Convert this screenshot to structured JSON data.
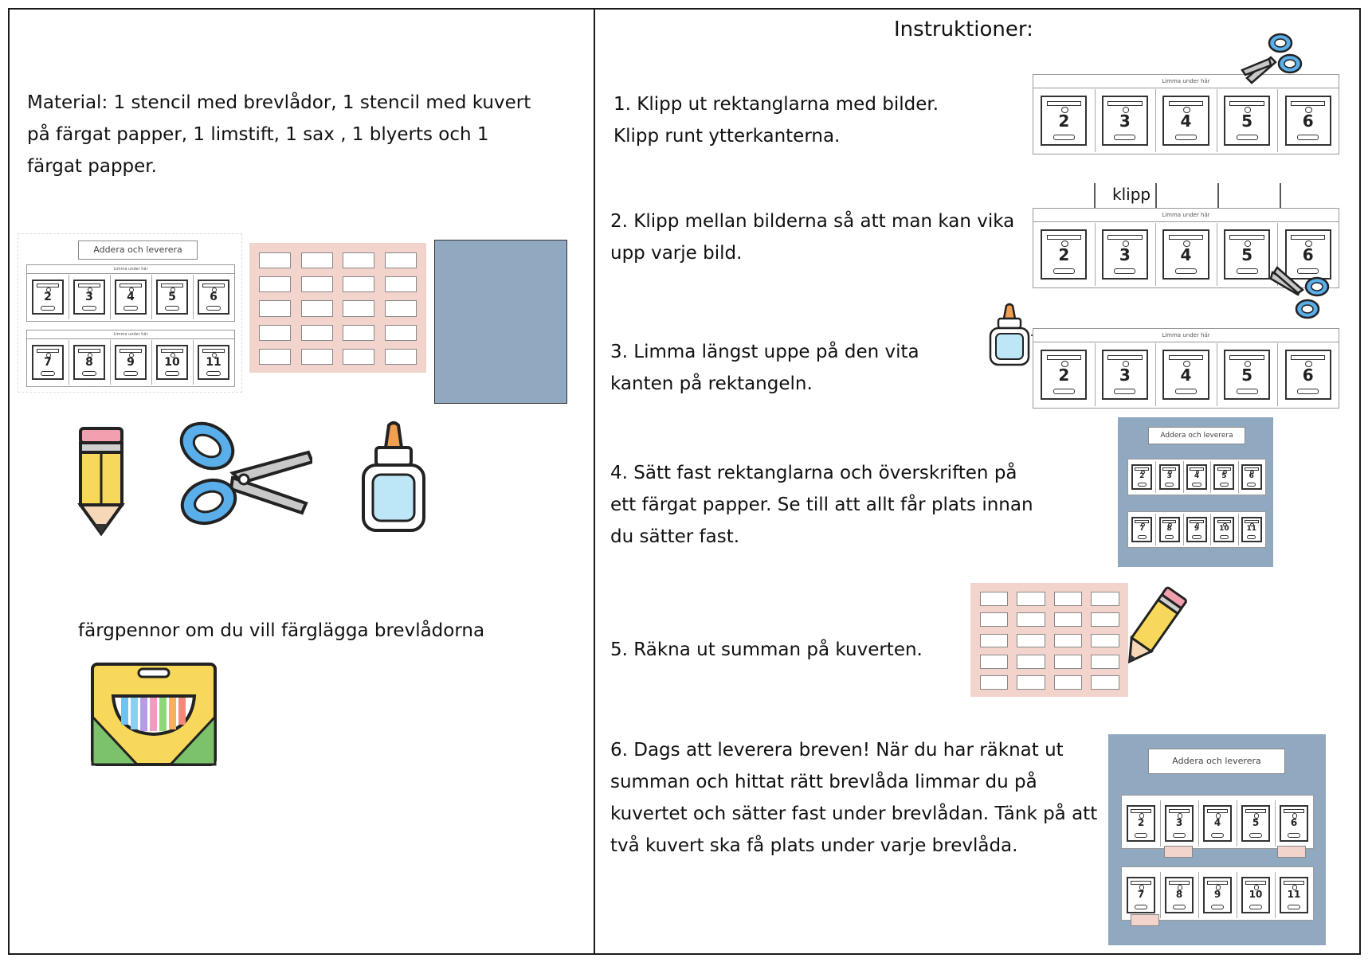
{
  "left": {
    "material_lines": [
      "Material: 1 stencil med brevlådor, 1 stencil med kuvert",
      "på färgat papper, 1 limstift, 1 sax , 1 blyerts och 1",
      "färgat papper."
    ],
    "worksheet_title": "Addera och leverera",
    "strip_header": "Limma under här",
    "row1_numbers": [
      "2",
      "3",
      "4",
      "5",
      "6"
    ],
    "row2_numbers": [
      "7",
      "8",
      "9",
      "10",
      "11"
    ],
    "crayons_caption": "färgpennor om du vill färglägga brevlådorna"
  },
  "right": {
    "title": "Instruktioner:",
    "step1": [
      "1.  Klipp ut rektanglarna med bilder.",
      "Klipp runt ytterkanterna."
    ],
    "step2": [
      "2. Klipp mellan bilderna så att man kan vika",
      "upp varje bild."
    ],
    "step2_cut_label": "klipp",
    "step3": [
      "3. Limma längst uppe på den vita",
      "kanten på rektangeln."
    ],
    "step4": [
      "4. Sätt fast rektanglarna och överskriften på",
      "ett färgat papper. Se till att allt får plats innan",
      "du sätter fast."
    ],
    "step5": [
      "5. Räkna ut summan på kuverten."
    ],
    "step6": [
      "6. Dags att leverera breven! När du har räknat ut",
      "summan och hittat rätt brevlåda limmar du på",
      "kuvertet och sätter fast under brevlådan. Tänk på att",
      "två kuvert ska få plats under varje brevlåda."
    ],
    "strip_numbers": [
      "2",
      "3",
      "4",
      "5",
      "6"
    ],
    "strip_numbers_2": [
      "7",
      "8",
      "9",
      "10",
      "11"
    ]
  },
  "colors": {
    "envelope_sheet": "#f3d4cd",
    "blue_paper": "#90a8c0",
    "pencil_yellow": "#f7d85a",
    "scissor_blue": "#5aaeea",
    "glue_cap": "#f0a050"
  },
  "icons": [
    "pencil-icon",
    "scissors-icon",
    "glue-icon",
    "crayon-box-icon"
  ]
}
